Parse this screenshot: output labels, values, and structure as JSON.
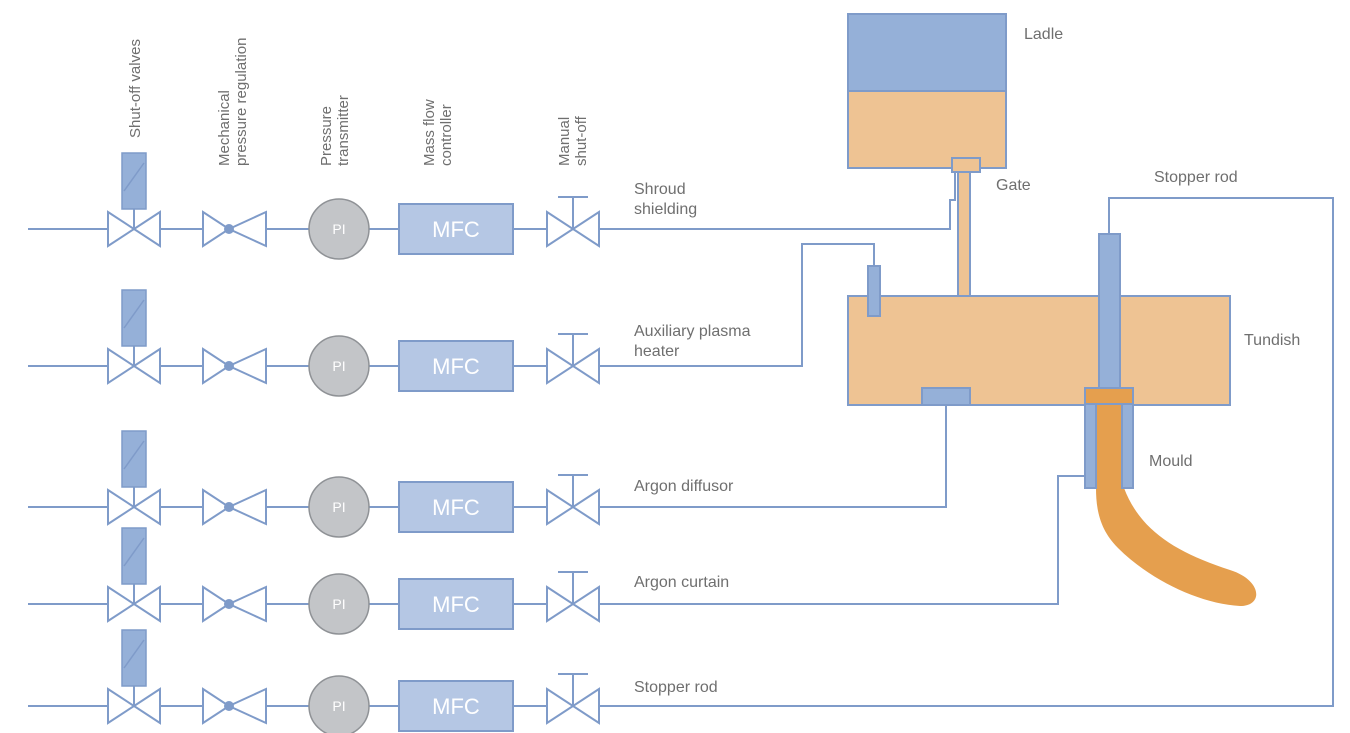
{
  "column_headers": [
    {
      "lines": [
        "Shut-off valves"
      ]
    },
    {
      "lines": [
        "Mechanical",
        "pressure regulation"
      ]
    },
    {
      "lines": [
        "Pressure",
        "transmitter"
      ]
    },
    {
      "lines": [
        "Mass flow",
        "controller"
      ]
    },
    {
      "lines": [
        "Manual",
        "shut-off"
      ]
    }
  ],
  "lines": [
    {
      "label": [
        "Shroud",
        "shielding"
      ]
    },
    {
      "label": [
        "Auxiliary plasma",
        "heater"
      ]
    },
    {
      "label": [
        "Argon diffusor"
      ]
    },
    {
      "label": [
        "Argon curtain"
      ]
    },
    {
      "label": [
        "Stopper rod"
      ]
    }
  ],
  "component_labels": {
    "pi": "PI",
    "mfc": "MFC"
  },
  "equipment": {
    "ladle": "Ladle",
    "gate": "Gate",
    "stopper_rod": "Stopper rod",
    "tundish": "Tundish",
    "mould": "Mould"
  },
  "colors": {
    "pipe": "#7f9bc9",
    "component_fill": "#b5c7e4",
    "component_stroke": "#7f9bc9",
    "steel_blue": "#95b0d8",
    "molten": "#eec393",
    "molten_stream": "#e59f4e",
    "pi_fill": "#c3c5c8",
    "pi_stroke": "#8f9296"
  }
}
